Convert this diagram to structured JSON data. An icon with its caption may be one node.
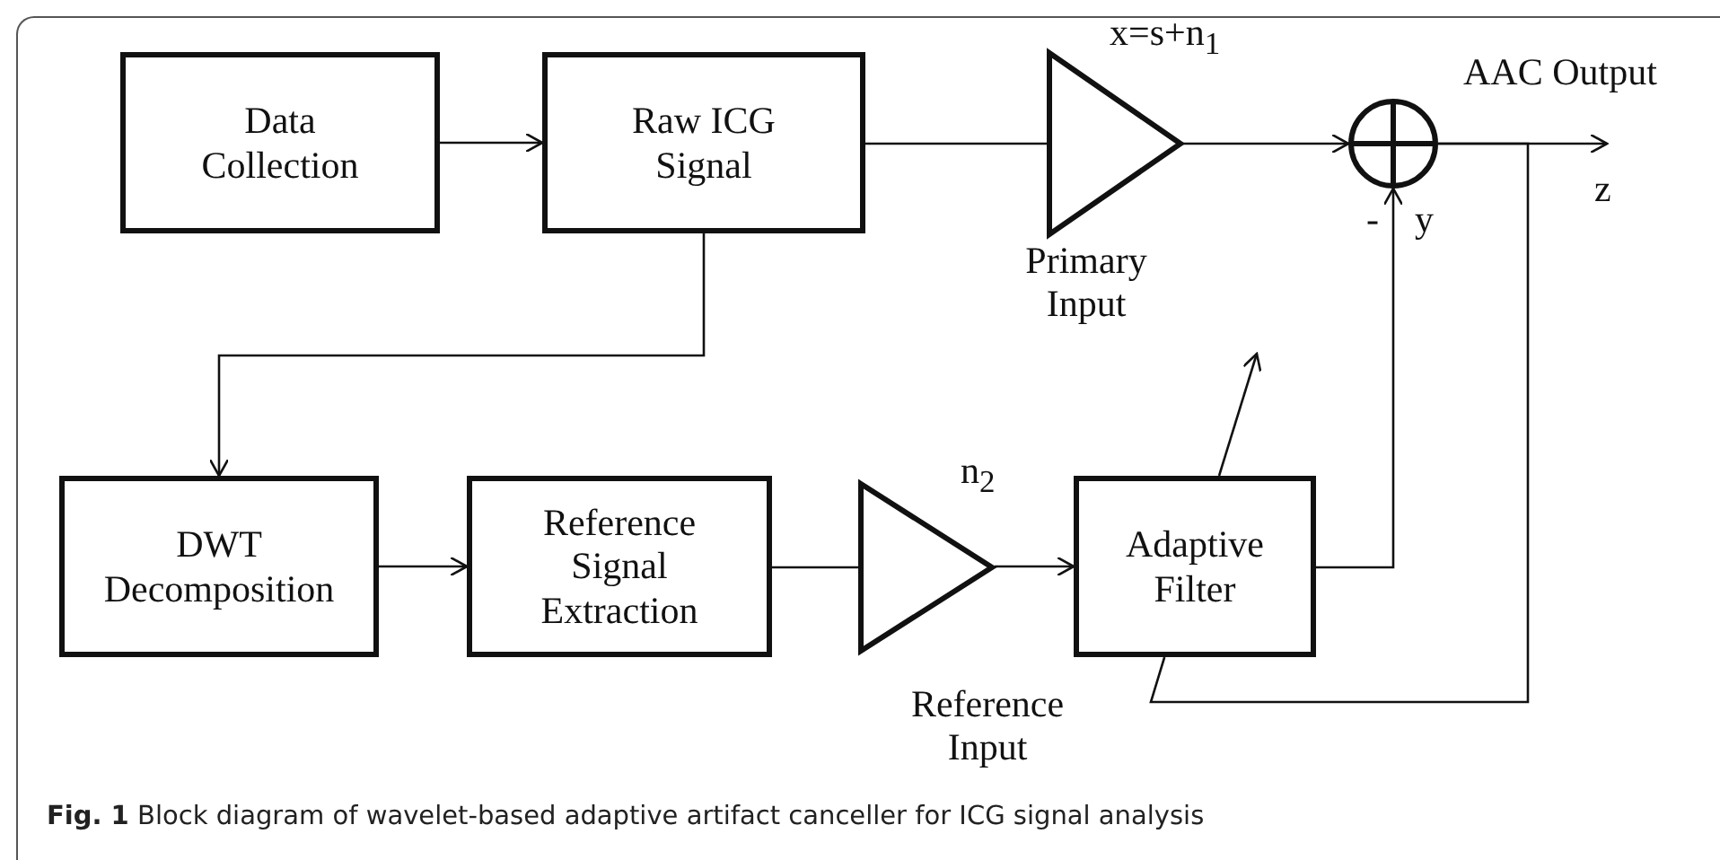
{
  "diagram": {
    "caption": "**Fig. 1** Block diagram of wavelet-based adaptive artifact canceller for ICG signal analysis",
    "nodes": [
      {
        "text": [
          "Data Collection"
        ]
      },
      {
        "text": [
          "Raw ICG Signal"
        ]
      },
      {
        "text": [],
        "shape": "triangle",
        "beside": [
          "x=s+n$_{1}$",
          "Primary Input"
        ]
      },
      {
        "text": [],
        "shape": "circle"
      },
      {
        "text": [
          "DWT Decomposition"
        ]
      },
      {
        "text": [
          "Reference Signal Extraction"
        ]
      },
      {
        "text": [],
        "shape": "triangle",
        "beside": [
          "n$_{2}$",
          "Reference Input"
        ]
      },
      {
        "text": [
          "Adaptive Filter"
        ]
      }
    ],
    "edges": [
      {
        "from": 0,
        "to": 1,
        "arrow": "to"
      },
      {
        "from": 1,
        "to": 2,
        "arrow": "none"
      },
      {
        "from": 2,
        "to": 3,
        "arrow": "to"
      },
      {
        "from": 3,
        "to": null,
        "arrow": "to"
      },
      {
        "from": 1,
        "to": 4,
        "arrow": "to"
      },
      {
        "from": 4,
        "to": 5,
        "arrow": "to"
      },
      {
        "from": 5,
        "to": 6,
        "arrow": "none"
      },
      {
        "from": 6,
        "to": 7,
        "arrow": "to"
      },
      {
        "from": 7,
        "to": 3,
        "arrow": "to"
      },
      {
        "from": 3,
        "to": 7,
        "arrow": "none"
      },
      {
        "from": 7,
        "to": null,
        "arrow": "to"
      }
    ],
    "labels": [
      "AAC Output",
      "z",
      "-",
      "y"
    ]
  }
}
